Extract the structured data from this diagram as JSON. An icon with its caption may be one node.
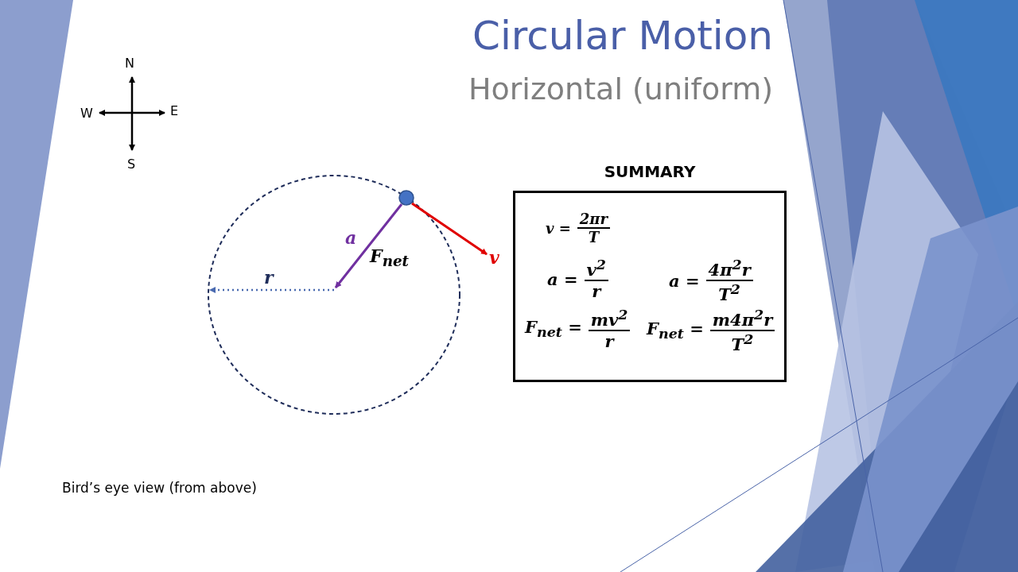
{
  "diagram": {
    "title": "Circular Motion",
    "nodes": [
      {
        "text": [
          "SUMMARY",
          "v =",
          "2πr",
          "T",
          "a =",
          "v$^{2}$",
          "r",
          "a =",
          "4π$^{2}$r",
          "T$^{2}$",
          "F$_{net}$ =",
          "mv$^{2}$",
          "r",
          "F$_{net}$ =",
          "m4π$^{2}$r",
          "T$^{2}$"
        ]
      }
    ],
    "labels": [
      "Horizontal (uniform)",
      "N",
      "W",
      "E",
      "S",
      "a",
      "F$_{net}$",
      "v",
      "r",
      "Bird’s eye view (from above)"
    ]
  }
}
